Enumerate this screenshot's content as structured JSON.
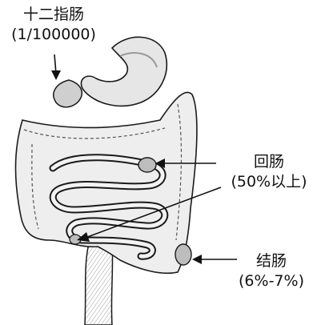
{
  "labels": {
    "duodenum": {
      "name": "十二指肠",
      "ratio": "(1/100000)"
    },
    "ileum": {
      "name": "回肠",
      "ratio": "(50%以上)"
    },
    "colon": {
      "name": "结肠",
      "ratio": "(6%-7%)"
    }
  },
  "colors": {
    "ink": "#1a1a1a",
    "organ_fill": "#e6e6e6",
    "organ_dark": "#9a9a9a",
    "background": "#ffffff"
  }
}
